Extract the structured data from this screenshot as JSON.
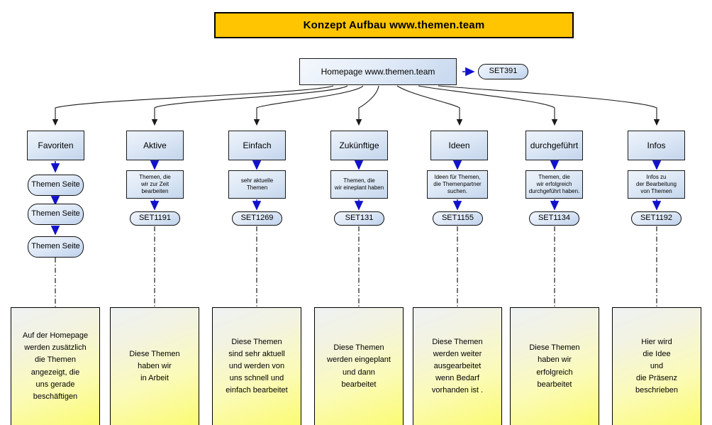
{
  "title": {
    "text": "Konzept Aufbau www.themen.team",
    "bg": "#FFC500"
  },
  "root": {
    "line1": "Homepage",
    "line2": "www.themen.team",
    "set": "SET391"
  },
  "colors": {
    "node_fill_light": "#f2f6fc",
    "node_fill_dark": "#c8d8ef",
    "note_fill_top": "#eef2f3",
    "note_fill_bottom": "#fbfb74",
    "arrow_blue": "#1111cc",
    "connector_black": "#1a1a1a"
  },
  "columns": [
    {
      "category": "Favoriten",
      "pages": [
        "Themen\nSeite",
        "Themen\nSeite",
        "Themen\nSeite"
      ],
      "page_line1": "Themen",
      "page_line2": "Seite",
      "note": [
        "Auf der Homepage",
        "werden zusätzlich",
        "die Themen",
        "angezeigt, die",
        "uns gerade",
        "beschäftigen"
      ]
    },
    {
      "category": "Aktive",
      "desc": [
        "Themen, die",
        "wir zur Zeit",
        "bearbeiten"
      ],
      "set": "SET1191",
      "note": [
        "Diese Themen",
        "haben wir",
        "in Arbeit"
      ]
    },
    {
      "category": "Einfach",
      "desc": [
        "sehr aktuelle",
        "Themen"
      ],
      "set": "SET1269",
      "note": [
        "Diese Themen",
        "sind sehr aktuell",
        "und werden von",
        "uns schnell und",
        "einfach  bearbeitet"
      ]
    },
    {
      "category": "Zukünftige",
      "desc": [
        "Themen, die",
        "wir eineplant haben"
      ],
      "set": "SET131",
      "note": [
        "Diese Themen",
        "werden eingeplant",
        "und dann",
        "bearbeitet"
      ]
    },
    {
      "category": "Ideen",
      "desc": [
        "Ideen für Themen,",
        "die Themenpartner",
        "suchen."
      ],
      "set": "SET1155",
      "note": [
        "Diese Themen",
        "werden weiter",
        "ausgearbeitet",
        "wenn Bedarf",
        "vorhanden ist ."
      ]
    },
    {
      "category": "durchgeführt",
      "desc": [
        "Themen, die",
        "wir erfolgreich",
        "durchgeführt haben."
      ],
      "set": "SET1134",
      "note": [
        "Diese Themen",
        "haben wir",
        "erfolgreich",
        "bearbeitet"
      ]
    },
    {
      "category": "Infos",
      "desc": [
        "Infos zu",
        "der Bearbeitung",
        "von Themen"
      ],
      "set": "SET1192",
      "note": [
        "Hier wird",
        "die Idee",
        "und",
        "die Präsenz",
        "beschrieben"
      ]
    }
  ]
}
